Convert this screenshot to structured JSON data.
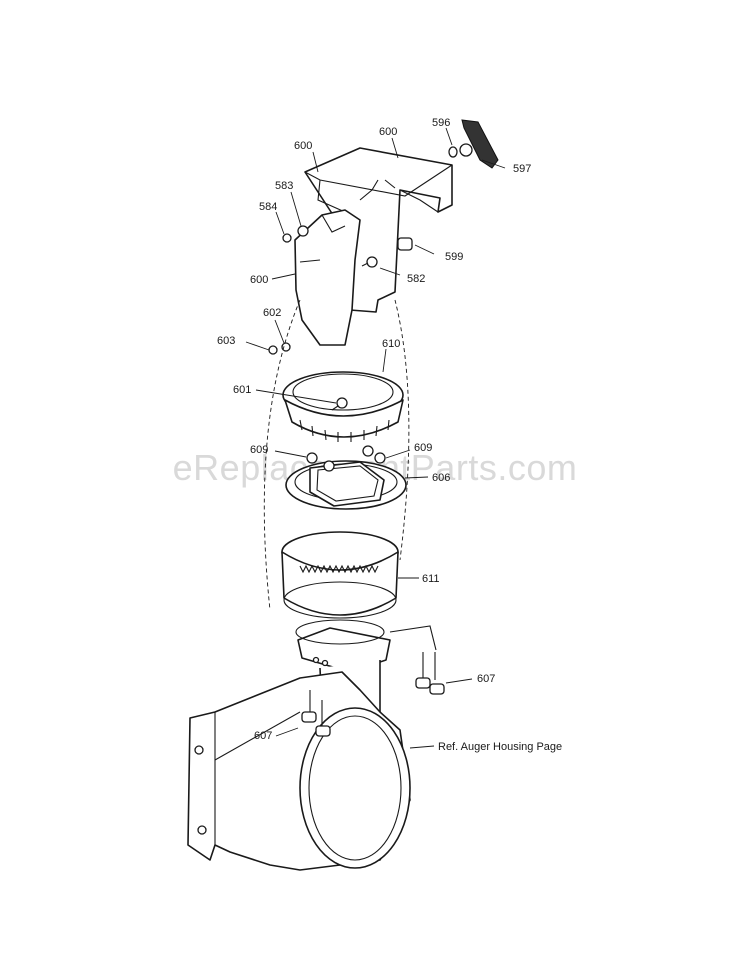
{
  "watermark": "eReplacementParts.com",
  "reference_note": "Ref. Auger Housing Page",
  "callouts": [
    "600",
    "600",
    "596",
    "597",
    "583",
    "584",
    "599",
    "582",
    "600",
    "602",
    "603",
    "610",
    "601",
    "609",
    "609",
    "606",
    "611",
    "607",
    "607"
  ]
}
